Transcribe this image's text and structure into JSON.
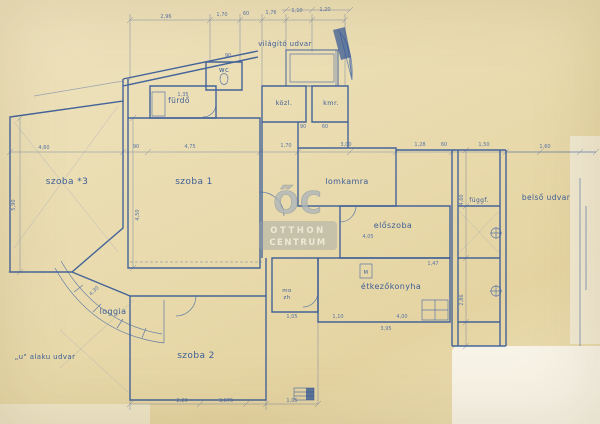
{
  "labels": {
    "vilagito_udvar": "világító udvar",
    "wc": "wc",
    "furdo": "fürdő",
    "kozl": "közl.",
    "kmr": "kmr.",
    "szoba3": "szoba *3",
    "szoba1": "szoba 1",
    "lomkamra": "lomkamra",
    "eloszoba": "előszoba",
    "fuggf": "függf.",
    "belso_udvar": "belső udvar",
    "etkezokonyha": "étkezőkonyha",
    "mo": "mo",
    "zh": "zh",
    "m_symbol": "M",
    "loggia": "loggia",
    "szoba2": "szoba  2",
    "u_alaku_udvar": "„u\" alaku udvar"
  },
  "watermark": {
    "monogram": "ŐC",
    "line1": "OTTHON",
    "line2": "CENTRUM"
  },
  "dims": [
    {
      "t": "2,96"
    },
    {
      "t": "1,70"
    },
    {
      "t": "60"
    },
    {
      "t": "1,76"
    },
    {
      "t": "1,10"
    },
    {
      "t": "1,20"
    },
    {
      "t": "4,60"
    },
    {
      "t": "90"
    },
    {
      "t": "4,75"
    },
    {
      "t": "1,70"
    },
    {
      "t": "3,00"
    },
    {
      "t": "1,28"
    },
    {
      "t": "60"
    },
    {
      "t": "1,50"
    },
    {
      "t": "1,60"
    },
    {
      "t": "5,90"
    },
    {
      "t": "4,50"
    },
    {
      "t": "4,60"
    },
    {
      "t": "2,86"
    },
    {
      "t": "90"
    },
    {
      "t": "60"
    },
    {
      "t": "1,35"
    },
    {
      "t": "90"
    },
    {
      "t": "4,05"
    },
    {
      "t": "1,05"
    },
    {
      "t": "1,10"
    },
    {
      "t": "4,00"
    },
    {
      "t": "3,95"
    },
    {
      "t": "1,47"
    },
    {
      "t": "4,30"
    },
    {
      "t": "2,20"
    },
    {
      "t": "3,675"
    },
    {
      "t": "1,05"
    }
  ],
  "colors": {
    "paper": "#e9dbae",
    "ink": "#2f5496",
    "ink_thin": "#3f63a6",
    "ink_faint": "#8397bf",
    "watermark": "#99a2a8"
  }
}
